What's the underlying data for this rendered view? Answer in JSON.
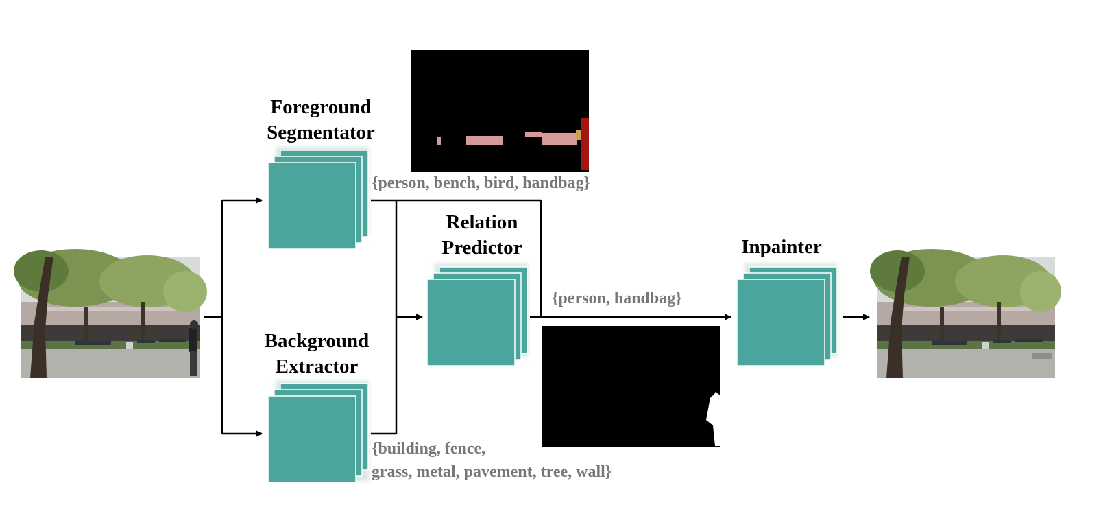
{
  "modules": {
    "foreground": {
      "title_line1": "Foreground",
      "title_line2": "Segmentator"
    },
    "background": {
      "title_line1": "Background",
      "title_line2": "Extractor"
    },
    "relation": {
      "title_line1": "Relation",
      "title_line2": "Predictor"
    },
    "inpainter": {
      "title": "Inpainter"
    }
  },
  "labels": {
    "foreground_classes": "{person, bench, bird, handbag}",
    "background_classes_line1": "{building, fence,",
    "background_classes_line2": "grass, metal, pavement, tree, wall}",
    "selected_classes": "{person, handbag}"
  },
  "colors": {
    "module_fill": "#4aa69c",
    "module_shadow": "#dfe9e7",
    "arrow": "#000000",
    "label_text": "#777777",
    "mask_background": "#000000",
    "segment_pink": "#d49a9a",
    "segment_red": "#a31515",
    "mask_white": "#ffffff"
  },
  "icons": {
    "input_image": "park-scene-photo",
    "output_image": "park-scene-inpainted-photo",
    "segmentation_mask": "semantic-segmentation-mask",
    "binary_mask": "binary-object-mask"
  }
}
